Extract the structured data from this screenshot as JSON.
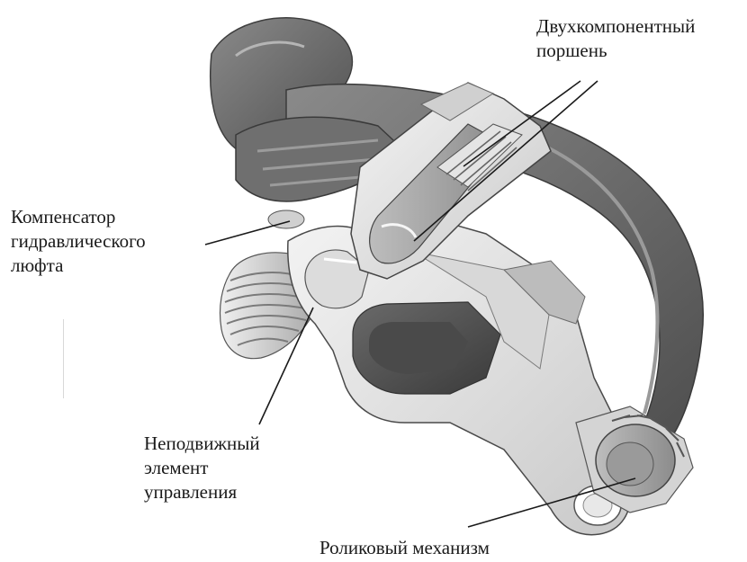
{
  "labels": {
    "piston": {
      "line1": "Двухкомпонентный",
      "line2": "поршень"
    },
    "lash_adjuster": {
      "line1": "Компенсатор",
      "line2": "гидравлического",
      "line3": "люфта"
    },
    "fixed_element": {
      "line1": "Неподвижный",
      "line2": "элемент",
      "line3": "управления"
    },
    "roller": {
      "line1": "Роликовый механизм"
    }
  },
  "colors": {
    "background": "#ffffff",
    "text": "#1a1a1a",
    "leader_line": "#1a1a1a",
    "metal_light": "#e6e6e6",
    "metal_mid": "#a9a9a9",
    "metal_dark": "#5e5e5e"
  }
}
